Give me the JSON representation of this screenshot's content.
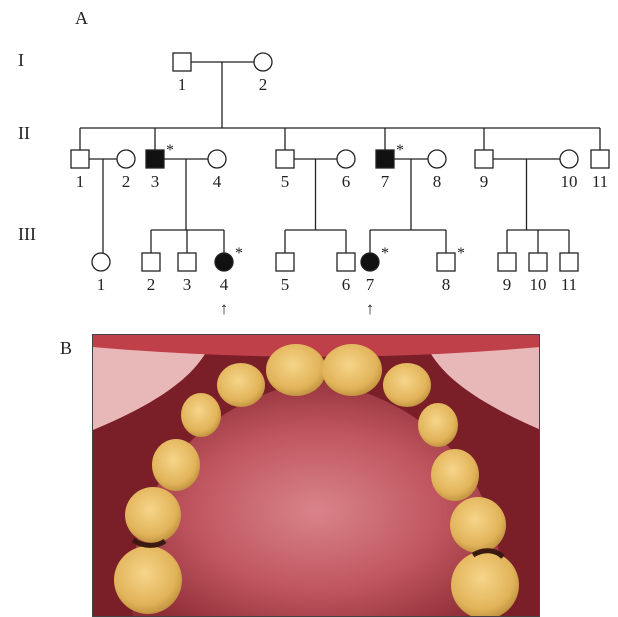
{
  "panels": {
    "a": "A",
    "b": "B"
  },
  "generations": [
    "I",
    "II",
    "III"
  ],
  "individuals": [
    {
      "id": "I-1",
      "gen": "I",
      "num": "1",
      "sex": "male",
      "affected": false,
      "star": false,
      "proband": false
    },
    {
      "id": "I-2",
      "gen": "I",
      "num": "2",
      "sex": "female",
      "affected": false,
      "star": false,
      "proband": false
    },
    {
      "id": "II-1",
      "gen": "II",
      "num": "1",
      "sex": "male",
      "affected": false,
      "star": false,
      "proband": false
    },
    {
      "id": "II-2",
      "gen": "II",
      "num": "2",
      "sex": "female",
      "affected": false,
      "star": false,
      "proband": false
    },
    {
      "id": "II-3",
      "gen": "II",
      "num": "3",
      "sex": "male",
      "affected": true,
      "star": true,
      "proband": false
    },
    {
      "id": "II-4",
      "gen": "II",
      "num": "4",
      "sex": "female",
      "affected": false,
      "star": false,
      "proband": false
    },
    {
      "id": "II-5",
      "gen": "II",
      "num": "5",
      "sex": "male",
      "affected": false,
      "star": false,
      "proband": false
    },
    {
      "id": "II-6",
      "gen": "II",
      "num": "6",
      "sex": "female",
      "affected": false,
      "star": false,
      "proband": false
    },
    {
      "id": "II-7",
      "gen": "II",
      "num": "7",
      "sex": "male",
      "affected": true,
      "star": true,
      "proband": false
    },
    {
      "id": "II-8",
      "gen": "II",
      "num": "8",
      "sex": "female",
      "affected": false,
      "star": false,
      "proband": false
    },
    {
      "id": "II-9",
      "gen": "II",
      "num": "9",
      "sex": "male",
      "affected": false,
      "star": false,
      "proband": false
    },
    {
      "id": "II-10",
      "gen": "II",
      "num": "10",
      "sex": "female",
      "affected": false,
      "star": false,
      "proband": false
    },
    {
      "id": "II-11",
      "gen": "II",
      "num": "11",
      "sex": "male",
      "affected": false,
      "star": false,
      "proband": false
    },
    {
      "id": "III-1",
      "gen": "III",
      "num": "1",
      "sex": "female",
      "affected": false,
      "star": false,
      "proband": false
    },
    {
      "id": "III-2",
      "gen": "III",
      "num": "2",
      "sex": "male",
      "affected": false,
      "star": false,
      "proband": false
    },
    {
      "id": "III-3",
      "gen": "III",
      "num": "3",
      "sex": "male",
      "affected": false,
      "star": false,
      "proband": false
    },
    {
      "id": "III-4",
      "gen": "III",
      "num": "4",
      "sex": "female",
      "affected": true,
      "star": true,
      "proband": true
    },
    {
      "id": "III-5",
      "gen": "III",
      "num": "5",
      "sex": "male",
      "affected": false,
      "star": false,
      "proband": false
    },
    {
      "id": "III-6",
      "gen": "III",
      "num": "6",
      "sex": "male",
      "affected": false,
      "star": false,
      "proband": false
    },
    {
      "id": "III-7",
      "gen": "III",
      "num": "7",
      "sex": "female",
      "affected": true,
      "star": true,
      "proband": true
    },
    {
      "id": "III-8",
      "gen": "III",
      "num": "8",
      "sex": "male",
      "affected": false,
      "star": true,
      "proband": false
    },
    {
      "id": "III-9",
      "gen": "III",
      "num": "9",
      "sex": "male",
      "affected": false,
      "star": false,
      "proband": false
    },
    {
      "id": "III-10",
      "gen": "III",
      "num": "10",
      "sex": "male",
      "affected": false,
      "star": false,
      "proband": false
    },
    {
      "id": "III-11",
      "gen": "III",
      "num": "11",
      "sex": "male",
      "affected": false,
      "star": false,
      "proband": false
    }
  ],
  "matings": [
    {
      "id": "m-I",
      "partners": [
        "I-1",
        "I-2"
      ],
      "children": [
        "II-1",
        "II-3",
        "II-5",
        "II-7",
        "II-9",
        "II-11"
      ]
    },
    {
      "id": "m-II-1",
      "partners": [
        "II-1",
        "II-2"
      ],
      "children": [
        "III-1"
      ]
    },
    {
      "id": "m-II-3",
      "partners": [
        "II-3",
        "II-4"
      ],
      "children": [
        "III-2",
        "III-3",
        "III-4"
      ]
    },
    {
      "id": "m-II-5",
      "partners": [
        "II-5",
        "II-6"
      ],
      "children": [
        "III-5",
        "III-6"
      ]
    },
    {
      "id": "m-II-7",
      "partners": [
        "II-7",
        "II-8"
      ],
      "children": [
        "III-7",
        "III-8"
      ]
    },
    {
      "id": "m-II-9",
      "partners": [
        "II-9",
        "II-10"
      ],
      "children": [
        "III-9",
        "III-10",
        "III-11"
      ]
    }
  ],
  "symbols": {
    "star": "*",
    "proband_arrow": "↑"
  },
  "colors": {
    "line": "#222222",
    "affected_fill": "#111111",
    "unaffected_fill": "#ffffff",
    "gum": "#c9525a",
    "palate": "#b8424c",
    "tooth": "#e6b860"
  }
}
